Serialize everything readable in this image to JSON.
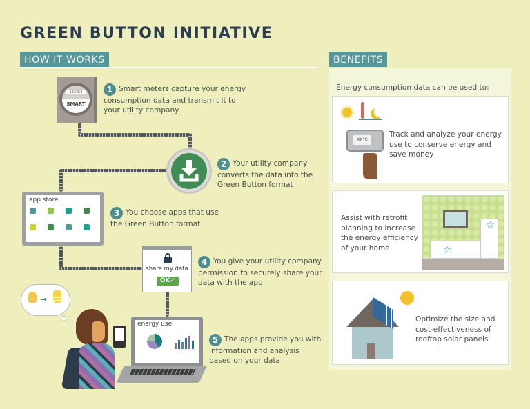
{
  "title": "GREEN BUTTON INITIATIVE",
  "how_it_works": {
    "heading": "HOW IT WORKS",
    "steps": [
      {
        "number": "1",
        "text": "Smart meters capture your energy consumption data and transmit it to your utility company"
      },
      {
        "number": "2",
        "text": "Your utility company converts the data into the Green Button format"
      },
      {
        "number": "3",
        "text": "You choose apps that use the Green Button format"
      },
      {
        "number": "4",
        "text": "You give your utility company permission to securely share your data with the app"
      },
      {
        "number": "5",
        "text": "The apps provide you with information and analysis based on your data"
      }
    ],
    "meter": {
      "reading": "123456",
      "label": "SMART"
    },
    "app_store": {
      "label": "app store"
    },
    "share_dialog": {
      "label": "share my data",
      "ok": "OK"
    },
    "laptop": {
      "label": "energy use"
    }
  },
  "benefits": {
    "heading": "BENEFITS",
    "intro": "Energy consumption data can be used to:",
    "items": [
      {
        "text": "Track and analyze your energy use to conserve energy and save money",
        "thermostat": "XX°C"
      },
      {
        "text": "Assist with retrofit planning to increase the energy efficiency of your home"
      },
      {
        "text": "Optimize the size and cost-effectiveness of rooftop solar panels"
      }
    ]
  },
  "colors": {
    "background": "#eeefbd",
    "teal": "#55979a",
    "navy": "#2a3d52",
    "green": "#3e8e56"
  }
}
